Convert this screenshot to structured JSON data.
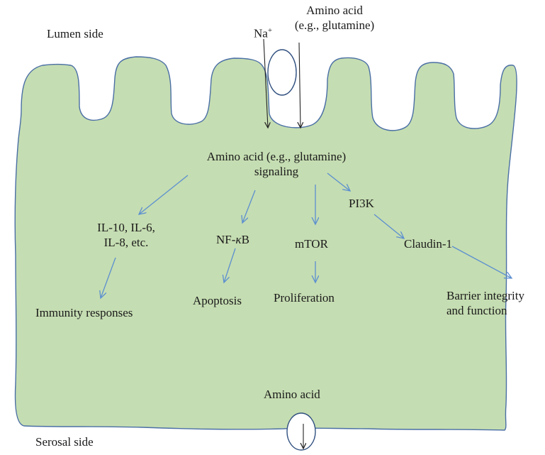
{
  "labels": {
    "lumen_side": "Lumen side",
    "serosal_side": "Serosal side",
    "na": "Na",
    "na_sup": "+",
    "amino_acid_top_line1": "Amino acid",
    "amino_acid_top_line2": "(e.g., glutamine)",
    "signaling_line1": "Amino acid (e.g., glutamine)",
    "signaling_line2": "signaling",
    "interleukins_line1": "IL-10, IL-6,",
    "interleukins_line2": "IL-8, etc.",
    "nfkb_prefix": "NF-",
    "nfkb_kappa": "κ",
    "nfkb_suffix": "B",
    "mtor": "mTOR",
    "pi3k": "PI3K",
    "claudin": "Claudin-1",
    "immunity": "Immunity responses",
    "apoptosis": "Apoptosis",
    "proliferation": "Proliferation",
    "barrier_line1": "Barrier integrity",
    "barrier_line2": "and function",
    "amino_acid_bottom": "Amino acid"
  },
  "colors": {
    "cell_fill": "#c5ddb2",
    "cell_stroke": "#4a6fa5",
    "arrow_blue": "#5b8fd0",
    "arrow_black": "#222222",
    "transporter_fill": "#ffffff",
    "transporter_stroke": "#2f4f7f"
  }
}
